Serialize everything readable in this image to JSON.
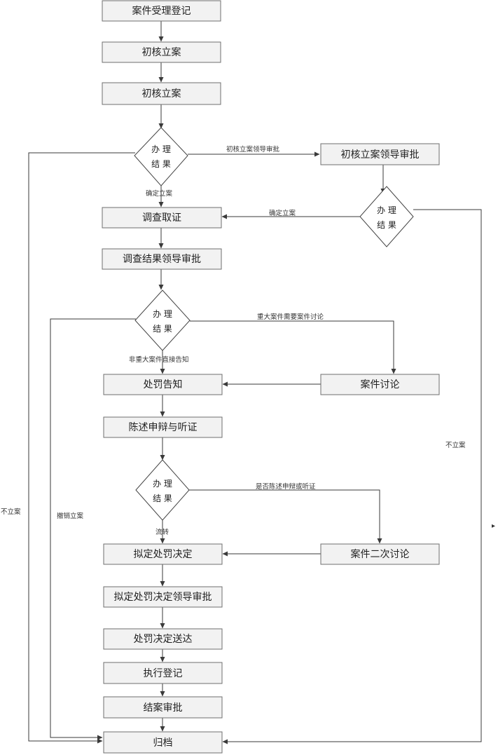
{
  "nodes": {
    "register": "案件受理登记",
    "initial_filing_1": "初核立案",
    "initial_filing_2": "初核立案",
    "leader_approval_initial": "初核立案领导审批",
    "investigate": "调查取证",
    "investigation_approval": "调查结果领导审批",
    "case_discussion": "案件讨论",
    "penalty_notice": "处罚告知",
    "statement_hearing": "陈述申辩与听证",
    "second_discussion": "案件二次讨论",
    "draft_decision": "拟定处罚决定",
    "draft_decision_approval": "拟定处罚决定领导审批",
    "decision_delivery": "处罚决定送达",
    "execution_register": "执行登记",
    "closing_approval": "结案审批",
    "archive": "归档"
  },
  "decisions": {
    "d1": [
      "办 理",
      "结 果"
    ],
    "d2": [
      "办 理",
      "结 果"
    ],
    "d3": [
      "办 理",
      "结 果"
    ],
    "d4": [
      "办 理",
      "结 果"
    ]
  },
  "edge_labels": {
    "to_leader_approval": "初核立案领导审批",
    "confirm_filing_down": "确定立案",
    "confirm_filing_left": "确定立案",
    "not_filed_left": "不立案",
    "not_filed_right": "不立案",
    "major_case": "重大案件需要案件讨论",
    "non_major_case": "非重大案件直接告知",
    "statement_hearing_q": "是否陈述申辩或听证",
    "transfer": "流转",
    "revoke_filing": "撤销立案"
  },
  "glyphs": {
    "stray_arrow": "▸"
  }
}
